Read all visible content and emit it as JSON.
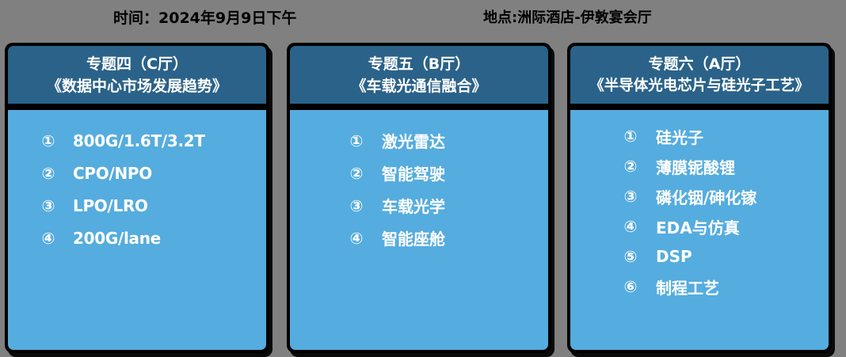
{
  "meta": {
    "background_color": "#808080",
    "header_color": "#2a6289",
    "body_color": "#55acde",
    "text_color": "#ffffff",
    "outline_color": "#000000"
  },
  "top_bar": {
    "time_label": "时间：2024年9月9日下午",
    "place_label": "地点:洲际酒店-伊敦宴会厅"
  },
  "panels": [
    {
      "title": "专题四（C厅）",
      "subtitle": "《数据中心市场发展趋势》",
      "items": [
        {
          "num": "①",
          "text": "800G/1.6T/3.2T"
        },
        {
          "num": "②",
          "text": "CPO/NPO"
        },
        {
          "num": "③",
          "text": "LPO/LRO"
        },
        {
          "num": "④",
          "text": "200G/lane"
        }
      ]
    },
    {
      "title": "专题五（B厅）",
      "subtitle": "《车载光通信融合》",
      "items": [
        {
          "num": "①",
          "text": "激光雷达"
        },
        {
          "num": "②",
          "text": "智能驾驶"
        },
        {
          "num": "③",
          "text": "车载光学"
        },
        {
          "num": "④",
          "text": "智能座舱"
        }
      ]
    },
    {
      "title": "专题六（A厅）",
      "subtitle": "《半导体光电芯片与硅光子工艺》",
      "items": [
        {
          "num": "①",
          "text": "硅光子"
        },
        {
          "num": "②",
          "text": "薄膜铌酸锂"
        },
        {
          "num": "③",
          "text": "磷化铟/砷化镓"
        },
        {
          "num": "④",
          "text": "EDA与仿真"
        },
        {
          "num": "⑤",
          "text": "DSP"
        },
        {
          "num": "⑥",
          "text": "制程工艺"
        }
      ]
    }
  ]
}
